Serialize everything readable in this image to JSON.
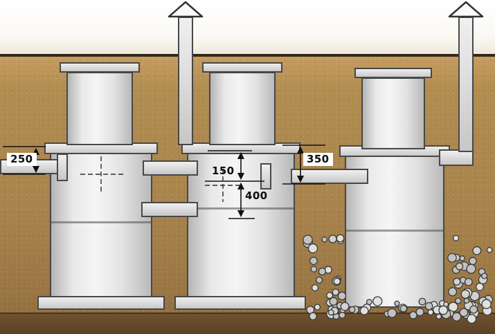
{
  "labels": {
    "dim_250": "250",
    "dim_150": "150",
    "dim_400": "400",
    "dim_350": "350"
  },
  "colors": {
    "sky": "#ffffff",
    "soil": "#a8834b",
    "soil_dark": "#6f5230",
    "concrete": "#e3e3e3",
    "outline": "#474747",
    "dimension_lines": "#111111"
  }
}
